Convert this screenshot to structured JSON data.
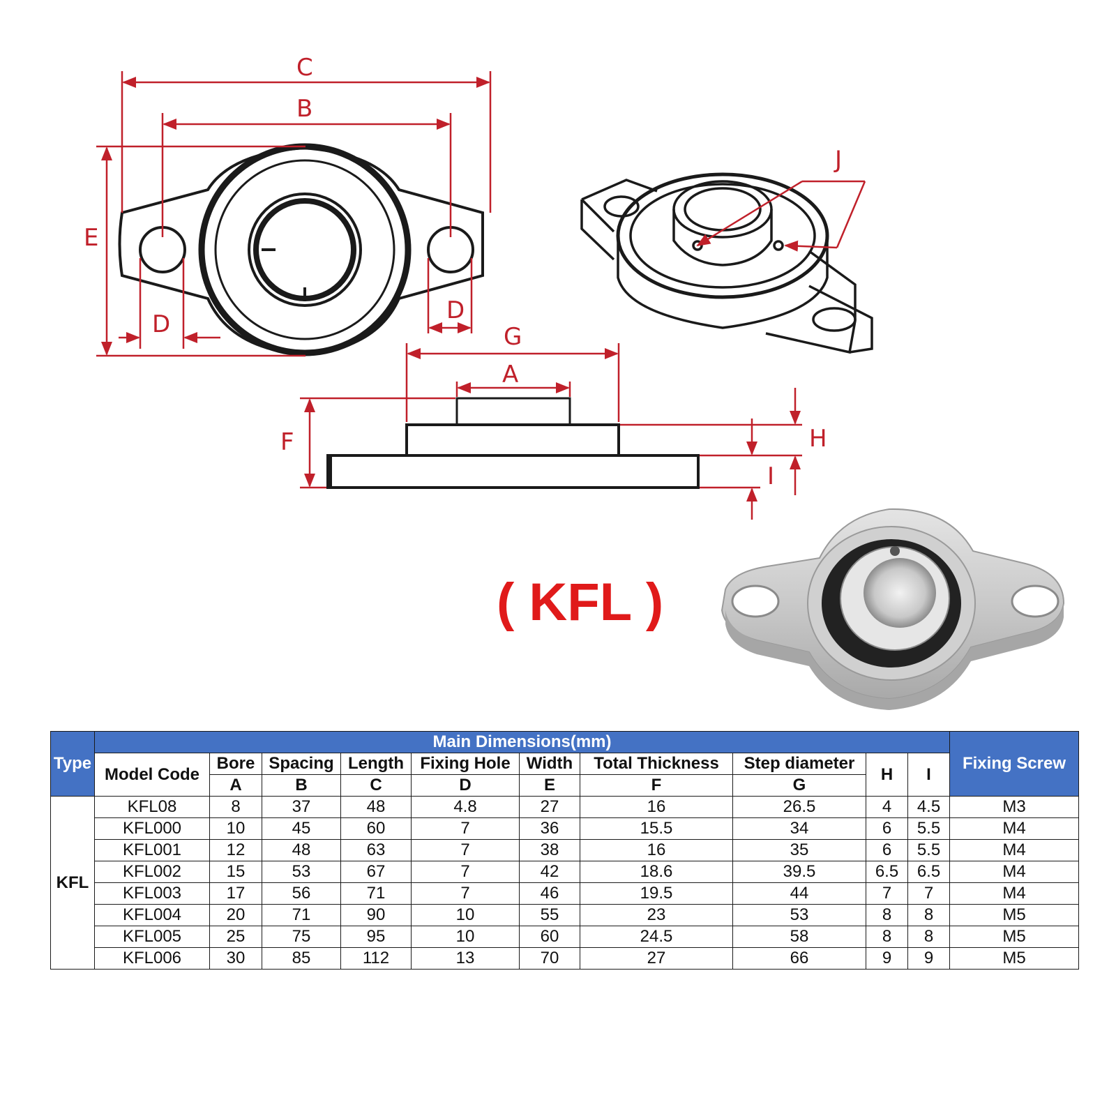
{
  "title": "( KFL )",
  "dimension_labels": {
    "A": "A",
    "B": "B",
    "C": "C",
    "D": "D",
    "E": "E",
    "F": "F",
    "G": "G",
    "H": "H",
    "I": "I",
    "J": "J"
  },
  "colors": {
    "dimension_red": "#c0202a",
    "title_red": "#e01a1a",
    "header_blue": "#4472c4"
  },
  "table": {
    "type_header": "Type",
    "group_header": "Main Dimensions(mm)",
    "fixing_screw_header": "Fixing Screw",
    "columns": [
      {
        "name": "Model Code",
        "sub": ""
      },
      {
        "name": "Bore",
        "sub": "A"
      },
      {
        "name": "Spacing",
        "sub": "B"
      },
      {
        "name": "Length",
        "sub": "C"
      },
      {
        "name": "Fixing Hole",
        "sub": "D"
      },
      {
        "name": "Width",
        "sub": "E"
      },
      {
        "name": "Total Thickness",
        "sub": "F"
      },
      {
        "name": "Step diameter",
        "sub": "G"
      },
      {
        "name": "H",
        "sub": ""
      },
      {
        "name": "I",
        "sub": ""
      }
    ],
    "type_value": "KFL",
    "rows": [
      [
        "KFL08",
        "8",
        "37",
        "48",
        "4.8",
        "27",
        "16",
        "26.5",
        "4",
        "4.5",
        "M3"
      ],
      [
        "KFL000",
        "10",
        "45",
        "60",
        "7",
        "36",
        "15.5",
        "34",
        "6",
        "5.5",
        "M4"
      ],
      [
        "KFL001",
        "12",
        "48",
        "63",
        "7",
        "38",
        "16",
        "35",
        "6",
        "5.5",
        "M4"
      ],
      [
        "KFL002",
        "15",
        "53",
        "67",
        "7",
        "42",
        "18.6",
        "39.5",
        "6.5",
        "6.5",
        "M4"
      ],
      [
        "KFL003",
        "17",
        "56",
        "71",
        "7",
        "46",
        "19.5",
        "44",
        "7",
        "7",
        "M4"
      ],
      [
        "KFL004",
        "20",
        "71",
        "90",
        "10",
        "55",
        "23",
        "53",
        "8",
        "8",
        "M5"
      ],
      [
        "KFL005",
        "25",
        "75",
        "95",
        "10",
        "60",
        "24.5",
        "58",
        "8",
        "8",
        "M5"
      ],
      [
        "KFL006",
        "30",
        "85",
        "112",
        "13",
        "70",
        "27",
        "66",
        "9",
        "9",
        "M5"
      ]
    ]
  }
}
